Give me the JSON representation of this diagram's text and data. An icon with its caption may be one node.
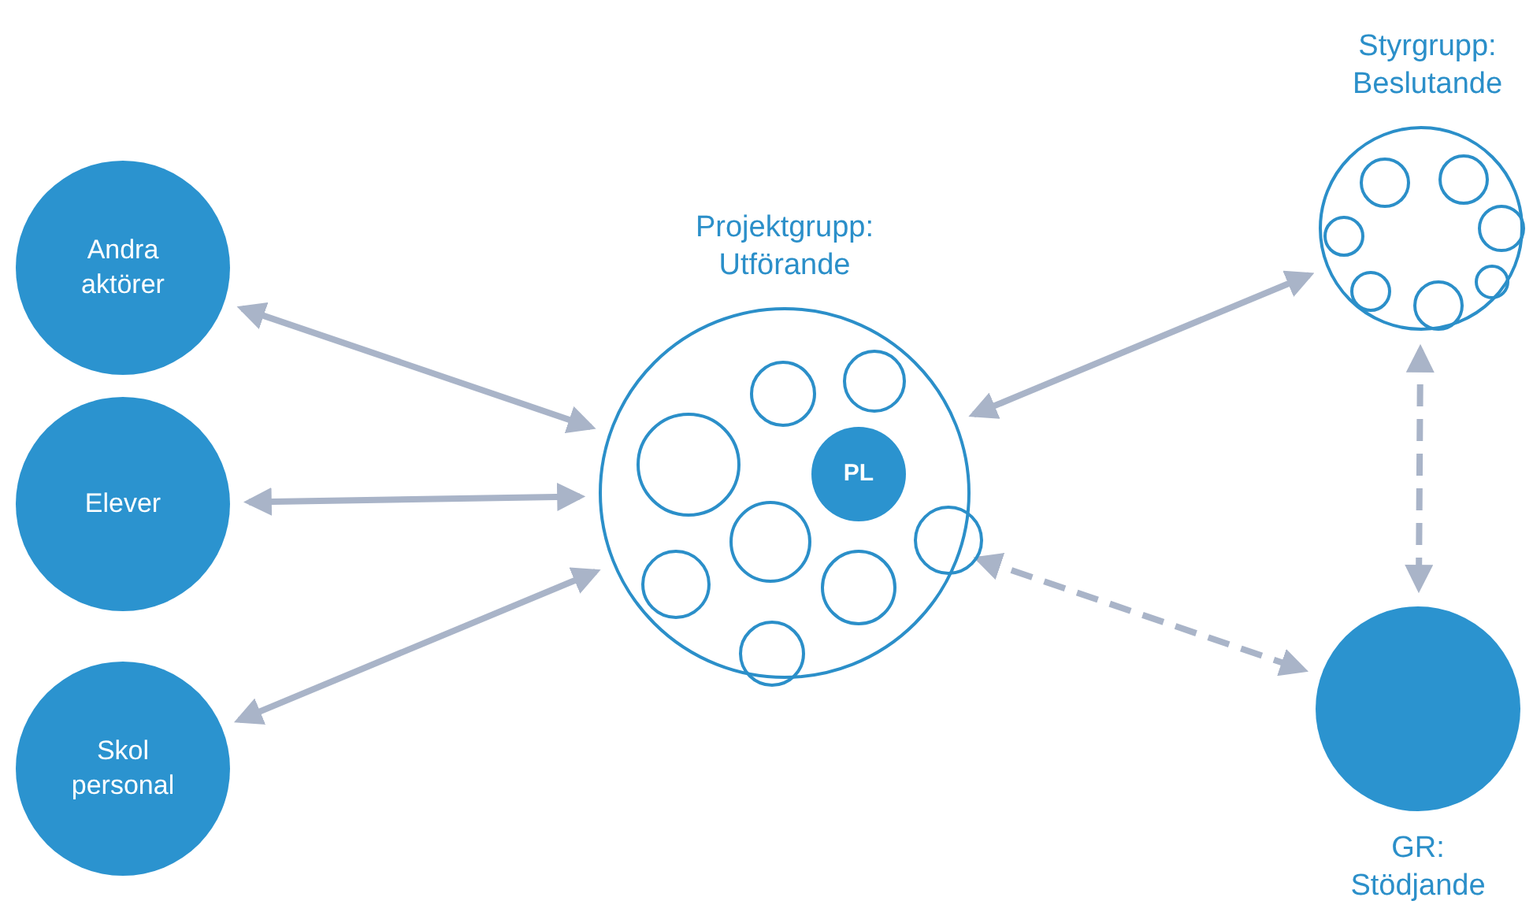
{
  "diagram": {
    "nodes": [
      {
        "text": [
          "Andra aktörer"
        ]
      },
      {
        "text": [
          "Elever"
        ]
      },
      {
        "text": [
          "Skol personal"
        ]
      },
      {
        "text": [
          "Projektgrupp: Utförande"
        ]
      },
      {
        "text": [],
        "shape": "circle",
        "in": 3
      },
      {
        "text": [],
        "shape": "circle",
        "in": 3
      },
      {
        "text": [],
        "shape": "circle",
        "in": 3
      },
      {
        "text": [
          "PL"
        ],
        "in": 3
      },
      {
        "text": [],
        "shape": "circle",
        "in": 3
      },
      {
        "text": [],
        "shape": "circle",
        "in": 3
      },
      {
        "text": [],
        "shape": "circle",
        "in": 3
      },
      {
        "text": [],
        "shape": "circle",
        "in": 3
      },
      {
        "text": [],
        "shape": "circle",
        "in": 3
      },
      {
        "text": [
          "Styrgrupp: Beslutande"
        ]
      },
      {
        "text": [],
        "shape": "circle",
        "in": 13
      },
      {
        "text": [],
        "shape": "circle",
        "in": 13
      },
      {
        "text": [],
        "shape": "circle",
        "in": 13
      },
      {
        "text": [],
        "shape": "circle",
        "in": 13
      },
      {
        "text": [],
        "shape": "circle",
        "in": 13
      },
      {
        "text": [],
        "shape": "circle",
        "in": 13
      },
      {
        "text": [],
        "shape": "circle",
        "in": 13
      },
      {
        "text": [
          "GR: Stödjande"
        ]
      }
    ],
    "edges": [
      {
        "from": 0,
        "to": 3,
        "arrow": "both"
      },
      {
        "from": 1,
        "to": 3,
        "arrow": "both"
      },
      {
        "from": 2,
        "to": 3,
        "arrow": "both"
      },
      {
        "from": 3,
        "to": 13,
        "arrow": "both"
      },
      {
        "from": 13,
        "to": 21,
        "arrow": "both",
        "style": "dashed"
      },
      {
        "from": 3,
        "to": 21,
        "arrow": "both",
        "style": "dashed"
      }
    ]
  }
}
